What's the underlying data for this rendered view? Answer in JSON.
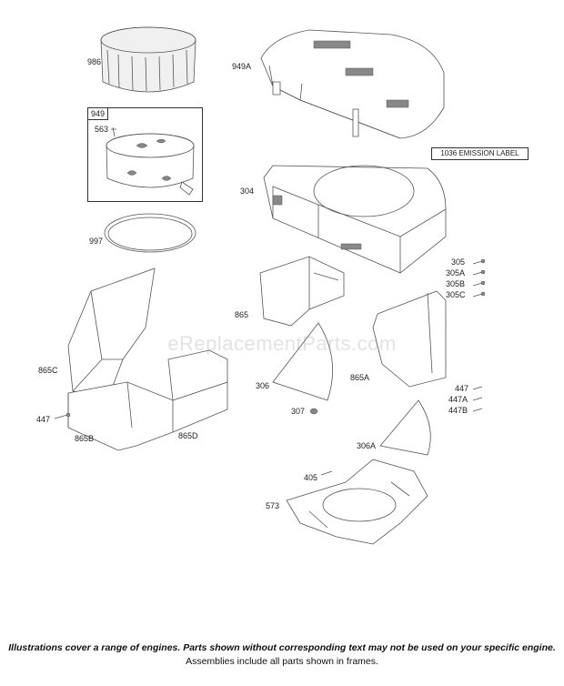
{
  "parts": {
    "p986": "986",
    "p949": "949",
    "p563": "563",
    "p997": "997",
    "p949A": "949A",
    "p1036": "1036 EMISSION LABEL",
    "p304": "304",
    "p305": "305",
    "p305A": "305A",
    "p305B": "305B",
    "p305C": "305C",
    "p865": "865",
    "p865C": "865C",
    "p447_left": "447",
    "p865B": "865B",
    "p865D": "865D",
    "p306": "306",
    "p307": "307",
    "p865A": "865A",
    "p447": "447",
    "p447A": "447A",
    "p447B": "447B",
    "p306A": "306A",
    "p405": "405",
    "p573": "573"
  },
  "watermark": "eReplacementParts.com",
  "footer": {
    "line1": "Illustrations cover a range of engines. Parts shown without corresponding text may not be used on your specific engine.",
    "line2": "Assemblies include all parts shown in frames."
  }
}
